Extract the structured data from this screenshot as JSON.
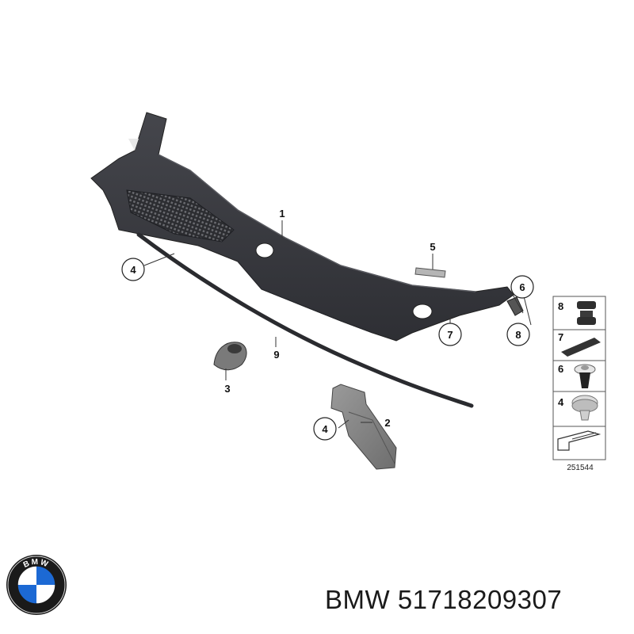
{
  "callouts": {
    "c1": "1",
    "c2": "2",
    "c3": "3",
    "c4a": "4",
    "c4b": "4",
    "c5": "5",
    "c6": "6",
    "c7": "7",
    "c8": "8",
    "c9": "9"
  },
  "legend": {
    "items": [
      {
        "number": "8",
        "part": "rubber-buffer"
      },
      {
        "number": "7",
        "part": "foam-strip"
      },
      {
        "number": "6",
        "part": "expanding-rivet"
      },
      {
        "number": "4",
        "part": "clip-grommet"
      }
    ],
    "diagram_number": "251544"
  },
  "caption": {
    "brand": "BMW",
    "part_number": "51718209307"
  },
  "logo": {
    "text": "BMW"
  },
  "colors": {
    "panel": "#3b3c42",
    "panel_dark": "#2a2b30",
    "line": "#333333",
    "accent_blue": "#1c69d4"
  }
}
